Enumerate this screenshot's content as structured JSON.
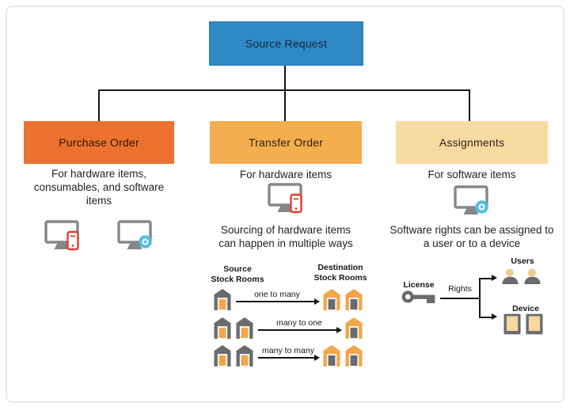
{
  "root": {
    "label": "Source Request",
    "color": "#2F89C5"
  },
  "purchase": {
    "label": "Purchase Order",
    "color": "#ED7230",
    "description": "For hardware items, consumables, and software items",
    "icons": [
      "monitor-with-phone-icon",
      "monitor-with-disc-icon"
    ]
  },
  "transfer": {
    "label": "Transfer Order",
    "color": "#F4AE4D",
    "description": "For hardware items",
    "icon": "monitor-with-phone-icon",
    "note": "Sourcing of hardware items can happen in multiple ways",
    "source_header": [
      "Source",
      "Stock Rooms"
    ],
    "destination_header": [
      "Destination",
      "Stock Rooms"
    ],
    "mappings": [
      {
        "label": "one to many",
        "source_count": 1,
        "destination_count": 2
      },
      {
        "label": "many to one",
        "source_count": 2,
        "destination_count": 1
      },
      {
        "label": "many to many",
        "source_count": 2,
        "destination_count": 2
      }
    ]
  },
  "assignments": {
    "label": "Assignments",
    "color": "#F8DBA3",
    "description": "For software items",
    "icon": "monitor-with-disc-icon",
    "note": "Software rights can be assigned to a user or to a device",
    "license_label": "License",
    "license_icon": "key-icon",
    "rights_label": "Rights",
    "users_label": "Users",
    "users_icon": "person-icon",
    "device_label": "Device",
    "device_icon": "tablet-icon"
  },
  "palette": {
    "connector_black": "#151515",
    "stockroom_gray": "#6A6B6E",
    "stockroom_orange": "#F4A64A",
    "monitor_gray": "#85878A",
    "phone_red": "#E23B2E",
    "disc_blue": "#56BEE0",
    "head_tan": "#EFCB93",
    "screen_tan": "#F5D9A0",
    "border_gray": "#E8E8E8"
  }
}
